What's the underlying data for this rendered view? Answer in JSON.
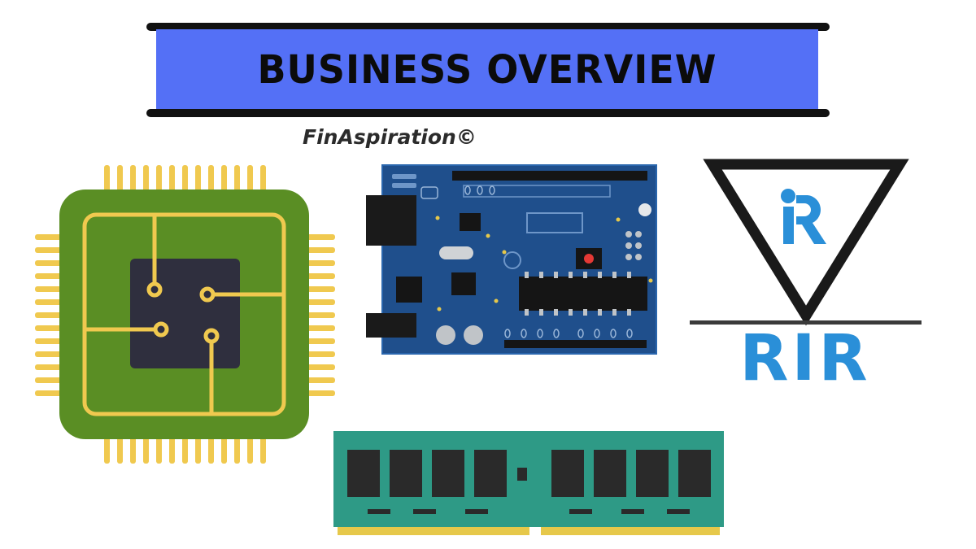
{
  "header": {
    "title": "BUSINESS OVERVIEW",
    "credit": "FinAspiration©"
  },
  "logo": {
    "name": "RIR",
    "color": "#2a8fd8"
  },
  "colors": {
    "banner": "#5470f6",
    "chip_board": "#5a8e24",
    "chip_pins": "#f0c94f",
    "chip_die": "#2f2f3e",
    "pcb": "#1f4f8c",
    "ram": "#2e9a86"
  },
  "icons": [
    "processor-chip-icon",
    "circuit-board-icon",
    "memory-module-icon",
    "rir-logo-icon"
  ]
}
